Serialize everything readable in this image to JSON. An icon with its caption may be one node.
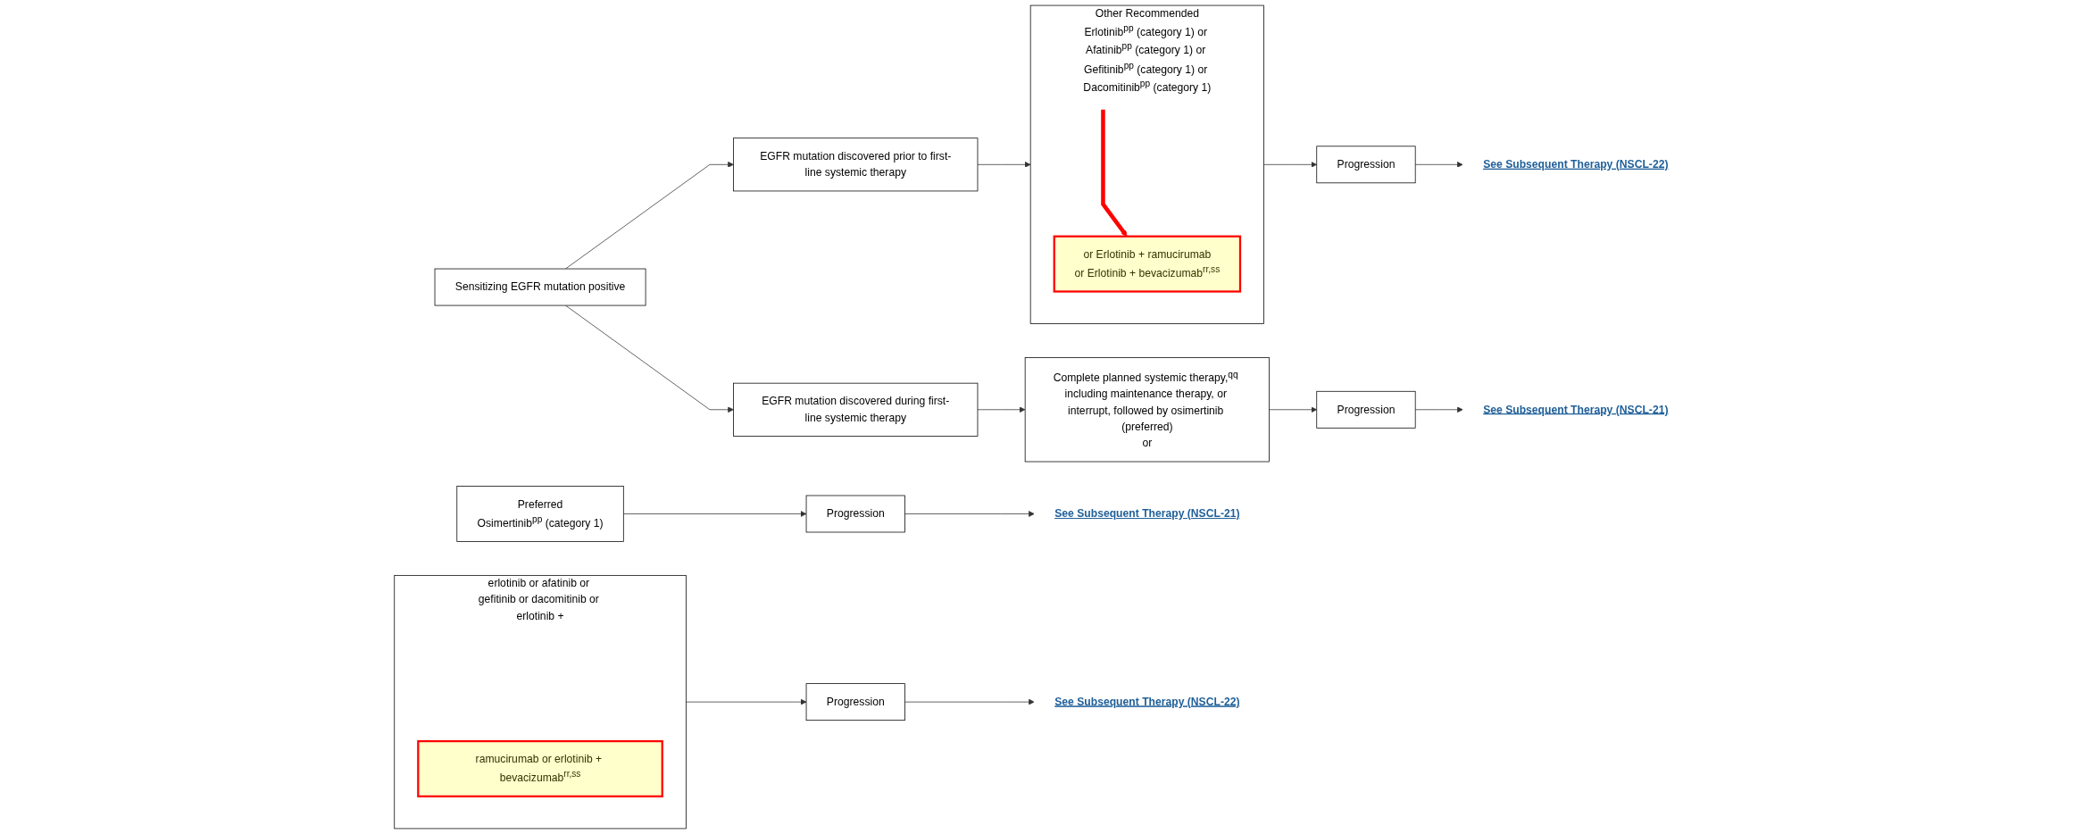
{
  "diagram": {
    "nodes": [
      {
        "text": [
          "Sensitizing EGFR mutation positive"
        ]
      },
      {
        "text": [
          "EGFR mutation discovered prior to first-line systemic therapy"
        ]
      },
      {
        "text": [
          "EGFR mutation discovered during first-line systemic therapy"
        ]
      },
      {
        "text": [
          "Preferred",
          "Osimertinib$^{pp}$ (category 1)"
        ]
      },
      {
        "text": [
          "Other Recommended",
          "Erlotinib$^{pp}$ (category 1) or Afatinib$^{pp}$ (category 1) or Gefitinib$^{pp}$ (category 1) or Dacomitinib$^{pp}$ (category 1)"
        ]
      },
      {
        "text": [
          "or Erlotinib + ramucirumab",
          "or Erlotinib + bevacizumab$^{rr,ss}$"
        ],
        "in": 4
      },
      {
        "text": [
          "Progression"
        ]
      },
      {
        "text": [
          "See Subsequent Therapy (NSCL-21)"
        ]
      },
      {
        "text": [
          "Progression"
        ]
      },
      {
        "text": [
          "See Subsequent Therapy (NSCL-22)"
        ]
      },
      {
        "text": [
          "Complete planned systemic therapy,$^{qq}$ including maintenance therapy, or interrupt, followed by osimertinib (preferred)",
          "or"
        ]
      },
      {
        "text": [
          "erlotinib or afatinib or gefitinib or dacomitinib or erlotinib +"
        ]
      },
      {
        "text": [
          "ramucirumab or erlotinib + bevacizumab$^{rr,ss}$"
        ],
        "in": 11
      },
      {
        "text": [
          "Progression"
        ]
      },
      {
        "text": [
          "See Subsequent Therapy (NSCL-21)"
        ]
      },
      {
        "text": [
          "Progression"
        ]
      },
      {
        "text": [
          "See Subsequent Therapy (NSCL-22)"
        ]
      }
    ],
    "edges": [
      {
        "from": 0,
        "to": 1,
        "arrow": "to"
      },
      {
        "from": 0,
        "to": 2,
        "arrow": "to"
      },
      {
        "from": 1,
        "to": 4,
        "arrow": "to"
      },
      {
        "from": 3,
        "to": 6,
        "arrow": "to"
      },
      {
        "from": 6,
        "to": 7,
        "arrow": "to"
      },
      {
        "from": 4,
        "to": 8,
        "arrow": "to"
      },
      {
        "from": 8,
        "to": 9,
        "arrow": "to"
      },
      {
        "from": null,
        "to": 5,
        "arrow": "to",
        "style": "thick",
        "color": "#ff0000"
      },
      {
        "from": 2,
        "to": 10,
        "arrow": "to"
      },
      {
        "from": 10,
        "to": 13,
        "arrow": "to"
      },
      {
        "from": 13,
        "to": 14,
        "arrow": "to"
      },
      {
        "from": 11,
        "to": 15,
        "arrow": "to"
      },
      {
        "from": 15,
        "to": 16,
        "arrow": "to"
      }
    ]
  }
}
